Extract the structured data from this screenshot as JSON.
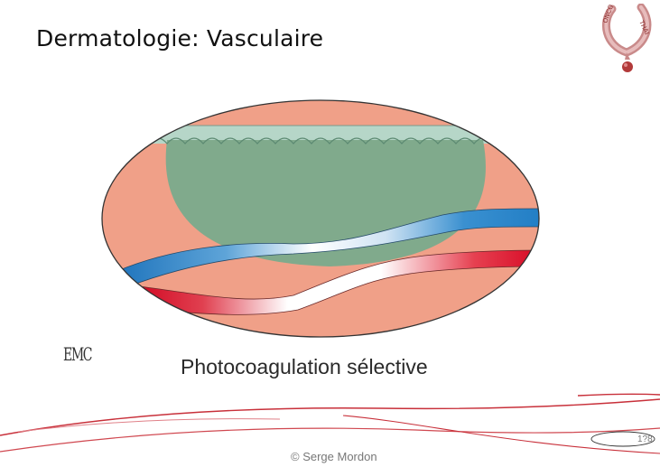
{
  "slide": {
    "title": "Dermatologie: Vasculaire",
    "caption": "Photocoagulation sélective",
    "copyright": "© Serge Mordon",
    "page_number": "1?8"
  },
  "logo": {
    "text": "ONCO-THAI",
    "color": "#b23a3a"
  },
  "emc_mark": "EMC",
  "colors": {
    "skin": "#f0a088",
    "lesion": "#80aa8c",
    "epidermis": "#b6d6c8",
    "vein": "#2f86c8",
    "artery": "#d8001e",
    "accent": "#c8303a"
  }
}
